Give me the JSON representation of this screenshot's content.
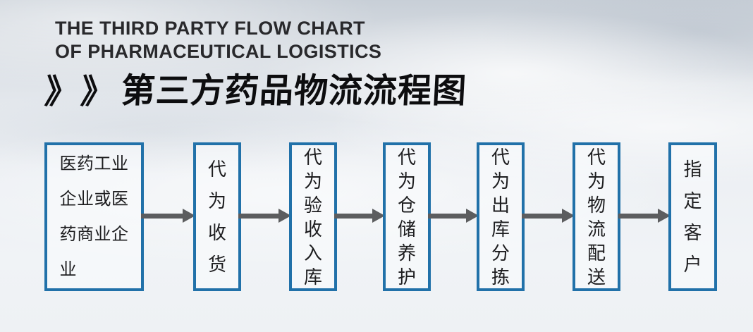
{
  "header": {
    "title_en_line1": "THE THIRD PARTY FLOW CHART",
    "title_en_line2": "OF PHARMACEUTICAL LOGISTICS",
    "chevron": "》",
    "title_zh": "第三方药品物流流程图"
  },
  "flow": {
    "boxes": [
      {
        "label": "医药工业\n企业或医\n药商业企\n业"
      },
      {
        "label": "代\n为\n收\n货"
      },
      {
        "label": "代\n为\n验\n收\n入\n库"
      },
      {
        "label": "代\n为\n仓\n储\n养\n护"
      },
      {
        "label": "代\n为\n出\n库\n分\n拣"
      },
      {
        "label": "代\n为\n物\n流\n配\n送"
      },
      {
        "label": "指\n定\n客\n户"
      }
    ]
  },
  "colors": {
    "box_border": "#2171a9",
    "arrow": "#5c5d5f",
    "title_text": "#0d0d0f",
    "subtitle_text": "#29292c"
  }
}
